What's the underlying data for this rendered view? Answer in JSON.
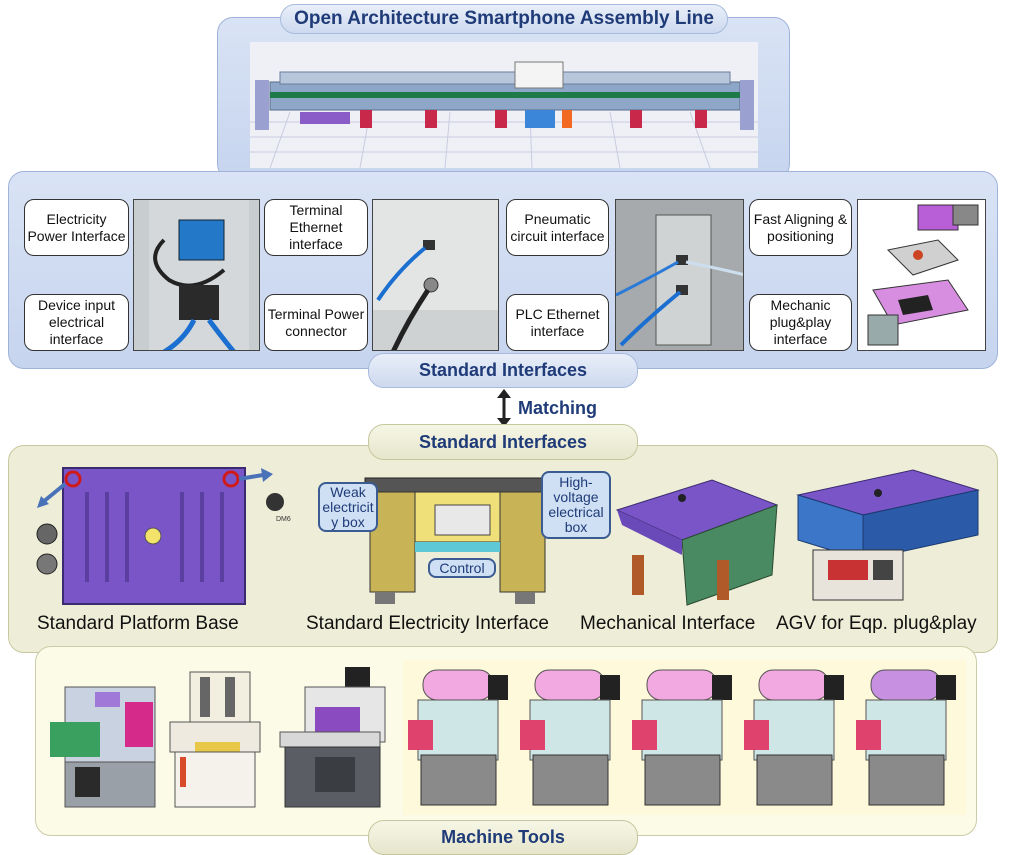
{
  "title": "Open Architecture Smartphone Assembly Line",
  "interfaces_top": {
    "callouts": [
      "Electricity Power Interface",
      "Device input electrical interface",
      "Terminal Ethernet interface",
      "Terminal Power connector",
      "Pneumatic circuit interface",
      "PLC Ethernet interface",
      "Fast Aligning & positioning",
      "Mechanic plug&play interface"
    ],
    "label": "Standard Interfaces"
  },
  "matching_label": "Matching",
  "interfaces_bottom": {
    "label": "Standard Interfaces",
    "bubbles": [
      "Weak electricit y box",
      "High-voltage electrical box",
      "Control"
    ],
    "tag": "DM6",
    "captions": [
      "Standard Platform Base",
      "Standard Electricity Interface",
      "Mechanical Interface",
      "AGV for Eqp. plug&play"
    ]
  },
  "machine_tools_label": "Machine Tools",
  "colors": {
    "title_text": "#1f3b78",
    "panel_blue": "#c6d4ee",
    "panel_tan": "#eeeed8",
    "platform_purple": "#7a55c8"
  }
}
